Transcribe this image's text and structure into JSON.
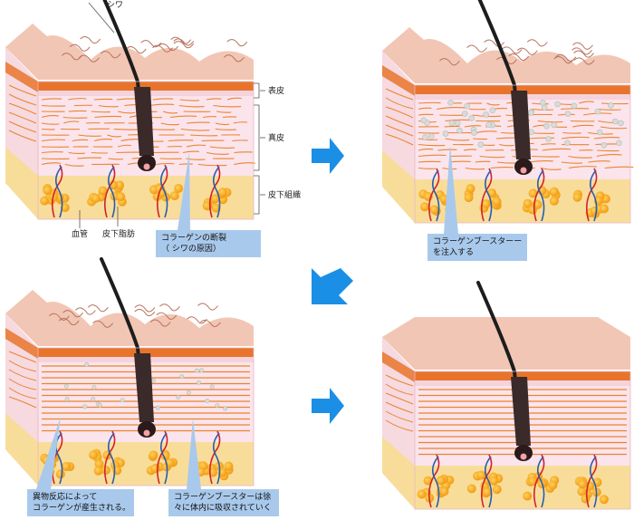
{
  "labels": {
    "wrinkle": "シワ",
    "epidermis": "表皮",
    "dermis": "真皮",
    "subcutaneous": "皮下組織",
    "blood_vessel": "血管",
    "subcutaneous_fat": "皮下脂肪"
  },
  "callouts": {
    "collagen_rupture": {
      "line1": "コラーゲンの断裂",
      "line2": "（ シワの原因）"
    },
    "booster_injection": {
      "line1": "コラーゲンブースターー",
      "line2": "を注入する"
    },
    "foreign_reaction": {
      "line1": "異物反応によって",
      "line2": "コラーゲンが産生される。"
    },
    "booster_absorbed": {
      "line1": "コラーゲンブースターは徐",
      "line2": "々に体内に吸収されていく"
    }
  },
  "colors": {
    "skin_top": "#f2c6b4",
    "epidermis_band": "#e8742c",
    "dermis": "#fbe4ec",
    "collagen_fiber": "#e8852e",
    "fat_layer": "#f8dd9a",
    "fat_cell": "#f5a21b",
    "hair": "#1d1d1d",
    "arrow": "#1b8fe6",
    "callout_bg": "#a9c9ec"
  },
  "icons": {
    "step_arrow": "blue-right-arrow",
    "back_arrow": "blue-down-left-arrow"
  }
}
